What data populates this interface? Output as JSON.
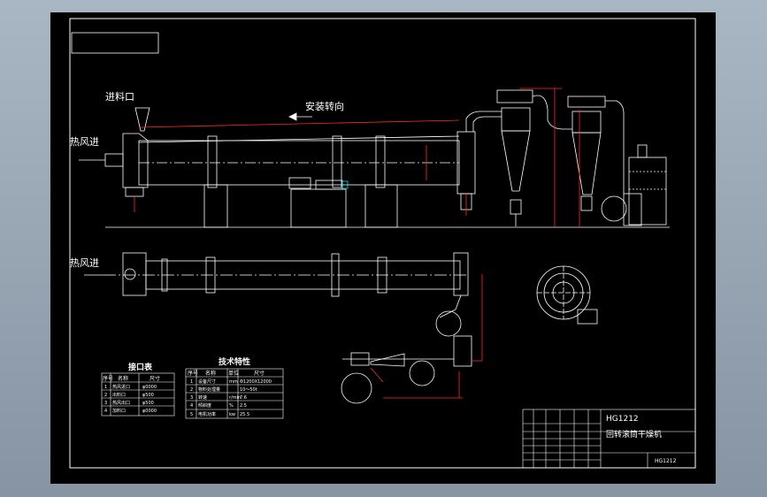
{
  "labels": {
    "feed_inlet": "进料口",
    "hot_air_in_top": "热风进",
    "hot_air_in_bottom": "热风进",
    "rotation_direction": "安装转向"
  },
  "table_interface": {
    "title": "接口表",
    "headers": [
      "序号",
      "名称",
      "尺寸"
    ],
    "rows": [
      [
        "1",
        "热风进口",
        "φ0000"
      ],
      [
        "2",
        "出料口",
        "φ500"
      ],
      [
        "3",
        "热风出口",
        "φ500"
      ],
      [
        "4",
        "加料口",
        "φ0000"
      ]
    ]
  },
  "table_tech": {
    "title": "技术特性",
    "headers": [
      "序号",
      "名称",
      "单位",
      "尺寸"
    ],
    "rows": [
      [
        "1",
        "设备尺寸",
        "mm",
        "Φ1200X12000"
      ],
      [
        "2",
        "物料处理量",
        "",
        "10～50t"
      ],
      [
        "3",
        "转速",
        "r/min",
        "7.6"
      ],
      [
        "4",
        "倾斜度",
        "%",
        "2.5"
      ],
      [
        "5",
        "电机功率",
        "kw",
        "25.5"
      ]
    ]
  },
  "title_block": {
    "model": "HG1212",
    "name": "回转滚筒干燥机",
    "drawing_no": "HG1212"
  },
  "colors": {
    "line": "#ffffff",
    "dimension": "#ff2a2a",
    "accent": "#00e5e5",
    "sheet": "#000000"
  }
}
